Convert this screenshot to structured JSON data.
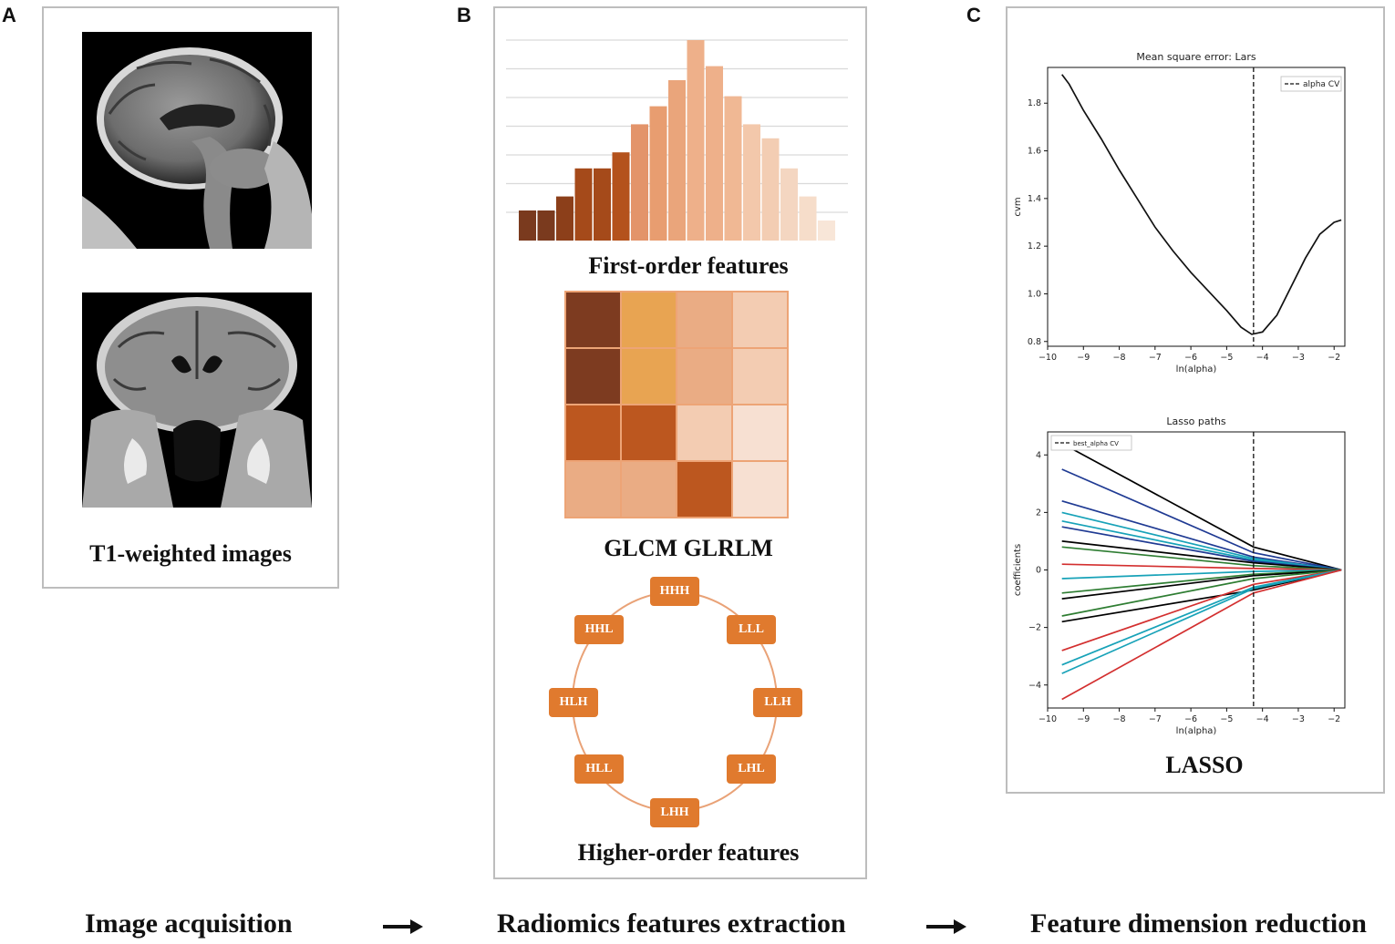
{
  "panels": {
    "a_letter": "A",
    "b_letter": "B",
    "c_letter": "C"
  },
  "panel_a": {
    "caption": "T1-weighted images",
    "images": [
      "sagittal-mri",
      "coronal-mri"
    ]
  },
  "panel_b": {
    "histogram_caption": "First-order features",
    "texture_caption": "GLCM  GLRLM",
    "wavelet_caption": "Higher-order features",
    "wavelet_nodes": [
      "HHH",
      "LLL",
      "LLH",
      "LHL",
      "LHH",
      "HLL",
      "HLH",
      "HHL"
    ],
    "histogram_relative_heights": [
      0.15,
      0.15,
      0.22,
      0.36,
      0.36,
      0.44,
      0.58,
      0.67,
      0.8,
      1.0,
      0.87,
      0.72,
      0.58,
      0.51,
      0.36,
      0.22,
      0.1
    ],
    "histogram_colors": [
      "#7a3a1e",
      "#7a3a1e",
      "#8c3f1a",
      "#a54a1a",
      "#a54a1a",
      "#b4521c",
      "#e3946a",
      "#e89d70",
      "#eaa57b",
      "#eeb08a",
      "#eeb08a",
      "#f0b894",
      "#f3c8ab",
      "#f3cdb3",
      "#f4d6c1",
      "#f6ddca",
      "#f8e6d8"
    ],
    "matrix_colors": [
      [
        "#7d3b20",
        "#e8a452",
        "#eaac84",
        "#f3ccb2"
      ],
      [
        "#7d3b20",
        "#e8a452",
        "#eaac84",
        "#f3ccb2"
      ],
      [
        "#bc571f",
        "#bc571f",
        "#f3ccb2",
        "#f7e0d2"
      ],
      [
        "#eaac84",
        "#eaac84",
        "#bc571f",
        "#f7e0d2"
      ]
    ]
  },
  "panel_c": {
    "caption": "LASSO",
    "mse_chart": {
      "title": "Mean square error: Lars",
      "xlabel": "ln(alpha)",
      "ylabel": "cvm",
      "legend": "alpha CV",
      "xticks": [
        "−10",
        "−9",
        "−8",
        "−7",
        "−6",
        "−5",
        "−4",
        "−3",
        "−2"
      ],
      "yticks": [
        "0.8",
        "1.0",
        "1.2",
        "1.4",
        "1.6",
        "1.8"
      ]
    },
    "lasso_chart": {
      "title": "Lasso paths",
      "xlabel": "ln(alpha)",
      "ylabel": "coefficients",
      "legend": "best_alpha CV",
      "xticks": [
        "−10",
        "−9",
        "−8",
        "−7",
        "−6",
        "−5",
        "−4",
        "−3",
        "−2"
      ],
      "yticks": [
        "−4",
        "−2",
        "0",
        "2",
        "4"
      ]
    }
  },
  "steps": {
    "step1": "Image acquisition",
    "step2": "Radiomics features extraction",
    "step3": "Feature dimension reduction"
  },
  "chart_data": [
    {
      "type": "line",
      "title": "Mean square error: Lars",
      "xlabel": "ln(alpha)",
      "ylabel": "cvm",
      "xlim": [
        -10,
        -1.7
      ],
      "ylim": [
        0.78,
        1.95
      ],
      "series": [
        {
          "values": [
            [
              -9.6,
              1.92
            ],
            [
              -9.4,
              1.88
            ],
            [
              -9.0,
              1.77
            ],
            [
              -8.5,
              1.65
            ],
            [
              -8.0,
              1.52
            ],
            [
              -7.5,
              1.4
            ],
            [
              -7.0,
              1.28
            ],
            [
              -6.5,
              1.18
            ],
            [
              -6.0,
              1.09
            ],
            [
              -5.5,
              1.01
            ],
            [
              -5.0,
              0.93
            ],
            [
              -4.6,
              0.86
            ],
            [
              -4.3,
              0.83
            ],
            [
              -4.0,
              0.84
            ],
            [
              -3.6,
              0.91
            ],
            [
              -3.2,
              1.03
            ],
            [
              -2.8,
              1.15
            ],
            [
              -2.4,
              1.25
            ],
            [
              -2.0,
              1.3
            ],
            [
              -1.8,
              1.31
            ]
          ]
        }
      ],
      "vline": {
        "x": -4.25,
        "label": "alpha CV"
      },
      "legend": "top-right"
    },
    {
      "type": "line",
      "title": "Lasso paths",
      "xlabel": "ln(alpha)",
      "ylabel": "coefficients",
      "xlim": [
        -10,
        -1.7
      ],
      "ylim": [
        -4.8,
        4.8
      ],
      "vline": {
        "x": -4.25,
        "label": "best_alpha CV"
      },
      "legend": "top-left",
      "series": [
        {
          "color": "#000000",
          "values": [
            [
              -9.6,
              4.4
            ],
            [
              -4.25,
              0.8
            ],
            [
              -1.8,
              0.0
            ]
          ]
        },
        {
          "color": "#1f3a93",
          "values": [
            [
              -9.6,
              3.5
            ],
            [
              -4.25,
              0.6
            ],
            [
              -1.8,
              0.0
            ]
          ]
        },
        {
          "color": "#1f3a93",
          "values": [
            [
              -9.6,
              2.4
            ],
            [
              -4.25,
              0.45
            ],
            [
              -1.8,
              0.0
            ]
          ]
        },
        {
          "color": "#17a2b8",
          "values": [
            [
              -9.6,
              2.0
            ],
            [
              -4.25,
              0.4
            ],
            [
              -1.8,
              0.0
            ]
          ]
        },
        {
          "color": "#17a2b8",
          "values": [
            [
              -9.6,
              1.7
            ],
            [
              -4.25,
              0.35
            ],
            [
              -1.8,
              0.0
            ]
          ]
        },
        {
          "color": "#1f3a93",
          "values": [
            [
              -9.6,
              1.5
            ],
            [
              -4.25,
              0.3
            ],
            [
              -1.8,
              0.0
            ]
          ]
        },
        {
          "color": "#000000",
          "values": [
            [
              -9.6,
              1.0
            ],
            [
              -4.25,
              0.25
            ],
            [
              -1.8,
              0.0
            ]
          ]
        },
        {
          "color": "#2e7d32",
          "values": [
            [
              -9.6,
              0.8
            ],
            [
              -4.25,
              0.15
            ],
            [
              -1.8,
              0.0
            ]
          ]
        },
        {
          "color": "#d32f2f",
          "values": [
            [
              -9.6,
              0.2
            ],
            [
              -4.25,
              0.05
            ],
            [
              -1.8,
              0.0
            ]
          ]
        },
        {
          "color": "#17a2b8",
          "values": [
            [
              -9.6,
              -0.3
            ],
            [
              -4.25,
              -0.05
            ],
            [
              -1.8,
              0.0
            ]
          ]
        },
        {
          "color": "#2e7d32",
          "values": [
            [
              -9.6,
              -0.8
            ],
            [
              -4.25,
              -0.15
            ],
            [
              -1.8,
              0.0
            ]
          ]
        },
        {
          "color": "#000000",
          "values": [
            [
              -9.6,
              -1.0
            ],
            [
              -4.25,
              -0.2
            ],
            [
              -1.8,
              0.0
            ]
          ]
        },
        {
          "color": "#2e7d32",
          "values": [
            [
              -9.6,
              -1.6
            ],
            [
              -4.25,
              -0.3
            ],
            [
              -1.8,
              0.0
            ]
          ]
        },
        {
          "color": "#000000",
          "values": [
            [
              -9.6,
              -1.8
            ],
            [
              -4.25,
              -0.7
            ],
            [
              -1.8,
              0.0
            ]
          ]
        },
        {
          "color": "#d32f2f",
          "values": [
            [
              -9.6,
              -2.8
            ],
            [
              -4.25,
              -0.5
            ],
            [
              -1.8,
              0.0
            ]
          ]
        },
        {
          "color": "#17a2b8",
          "values": [
            [
              -9.6,
              -3.3
            ],
            [
              -4.25,
              -0.6
            ],
            [
              -1.8,
              0.0
            ]
          ]
        },
        {
          "color": "#17a2b8",
          "values": [
            [
              -9.6,
              -3.6
            ],
            [
              -4.25,
              -0.65
            ],
            [
              -1.8,
              0.0
            ]
          ]
        },
        {
          "color": "#d32f2f",
          "values": [
            [
              -9.6,
              -4.5
            ],
            [
              -4.25,
              -0.8
            ],
            [
              -1.8,
              0.0
            ]
          ]
        }
      ]
    }
  ]
}
